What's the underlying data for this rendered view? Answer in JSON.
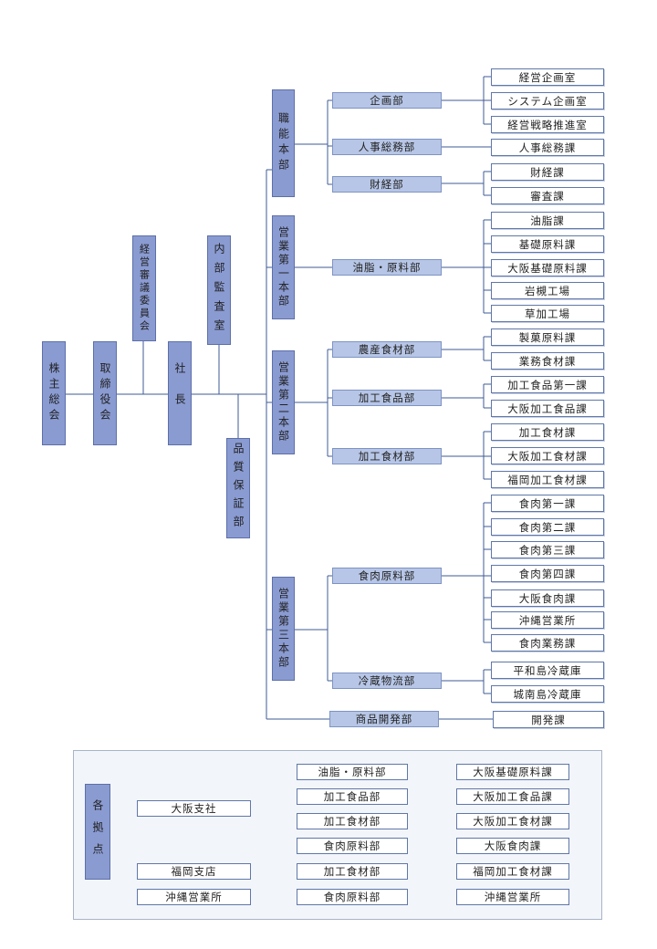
{
  "top_chain": {
    "shareholders": "株主総会",
    "board": "取締役会",
    "review_committee": "経営審議委員会",
    "president": "社長",
    "audit": "内部監査室",
    "quality": "品質保証部"
  },
  "divisions": {
    "admin": "職能本部",
    "sales1": "営業第一本部",
    "sales2": "営業第二本部",
    "sales3": "営業第三本部"
  },
  "departments": {
    "planning": "企画部",
    "hr": "人事総務部",
    "finance": "財経部",
    "oils": "油脂・原料部",
    "agri": "農産食材部",
    "processed": "加工食品部",
    "proc_material": "加工食材部",
    "meat": "食肉原料部",
    "cold": "冷蔵物流部",
    "product_dev": "商品開発部"
  },
  "sections": {
    "mgmt_planning": "経営企画室",
    "sys_planning": "システム企画室",
    "strategy": "経営戦略推進室",
    "hr_sec": "人事総務課",
    "finance_sec": "財経課",
    "audit_sec": "審査課",
    "oils_sec": "油脂課",
    "basic": "基礎原料課",
    "osaka_basic": "大阪基礎原料課",
    "iwatsuki": "岩槻工場",
    "kusaka": "草加工場",
    "confect": "製菓原料課",
    "business": "業務食材課",
    "pf1": "加工食品第一課",
    "osaka_pf": "大阪加工食品課",
    "pm": "加工食材課",
    "osaka_pm": "大阪加工食材課",
    "fukuoka_pm": "福岡加工食材課",
    "meat1": "食肉第一課",
    "meat2": "食肉第二課",
    "meat3": "食肉第三課",
    "meat4": "食肉第四課",
    "osaka_meat": "大阪食肉課",
    "okinawa": "沖縄営業所",
    "meat_biz": "食肉業務課",
    "heiwajima": "平和島冷蔵庫",
    "jonanjima": "城南島冷蔵庫",
    "dev": "開発課"
  },
  "bases": {
    "label": "各拠点",
    "osaka": "大阪支社",
    "fukuoka": "福岡支店",
    "okinawa": "沖縄営業所",
    "osaka_depts": [
      "油脂・原料部",
      "加工食品部",
      "加工食材部",
      "食肉原料部"
    ],
    "osaka_secs": [
      "大阪基礎原料課",
      "大阪加工食品課",
      "大阪加工食材課",
      "大阪食肉課"
    ],
    "fukuoka_dept": "加工食材部",
    "fukuoka_sec": "福岡加工食材課",
    "okinawa_dept": "食肉原料部",
    "okinawa_sec": "沖縄営業所"
  }
}
